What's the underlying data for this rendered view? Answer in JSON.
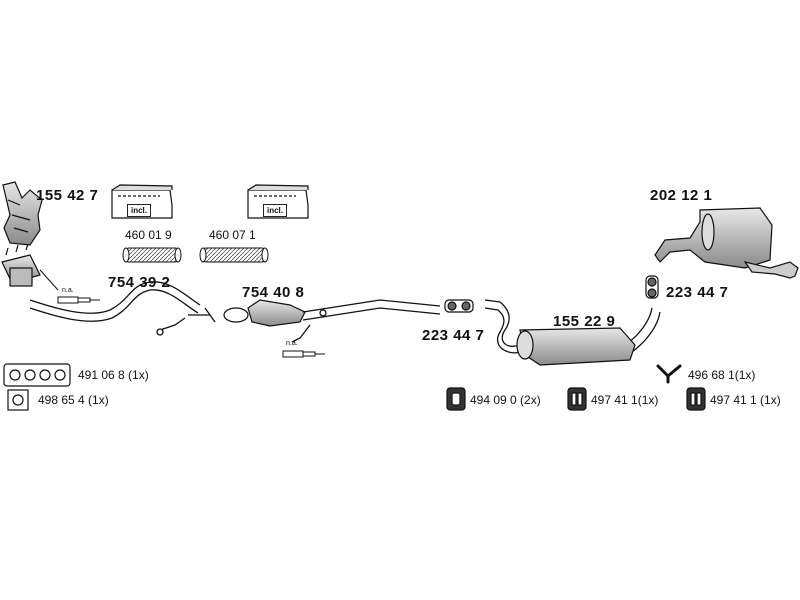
{
  "parts": {
    "manifold": "155 42 7",
    "pipe_front": "754 39 2",
    "catalyst": "754 40 8",
    "clamp_mid": "223 44 7",
    "muffler_mid": "155 22 9",
    "muffler_rear": "202 12 1",
    "clamp_rear": "223 44 7",
    "kit_a": "460 01 9",
    "kit_b": "460 07 1"
  },
  "accessories": {
    "gasket_manifold": "491 06 8 (1x)",
    "gasket_square": "498 65 4 (1x)",
    "hanger_a": "494 09 0 (2x)",
    "hanger_b": "497 41 1(1x)",
    "hanger_c": "497 41 1 (1x)",
    "y_hanger": "496 68 1(1x)"
  },
  "notes": {
    "incl": "incl.",
    "na": "n.a."
  },
  "colors": {
    "ink": "#111111",
    "pipe_fill": "#ffffff",
    "shade": "#9a9a9a"
  }
}
